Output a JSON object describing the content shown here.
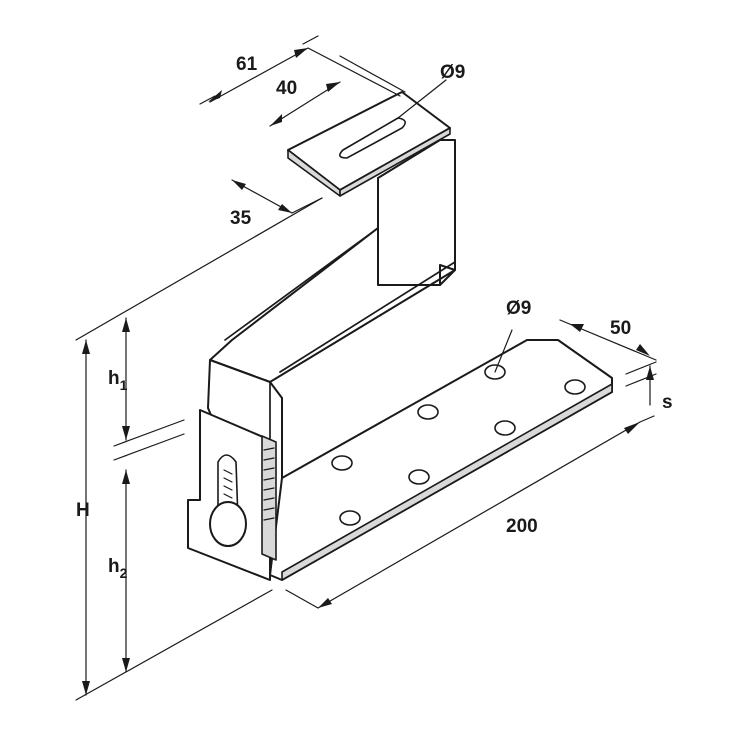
{
  "dimensions": {
    "top_plate_length": "61",
    "slot_length": "40",
    "slot_hole_diameter": "Ø9",
    "offset": "35",
    "base_hole_diameter": "Ø9",
    "base_width": "50",
    "base_length": "200",
    "thickness": "s",
    "total_height": "H",
    "height_1_main": "h",
    "height_1_sub": "1",
    "height_2_main": "h",
    "height_2_sub": "2"
  }
}
